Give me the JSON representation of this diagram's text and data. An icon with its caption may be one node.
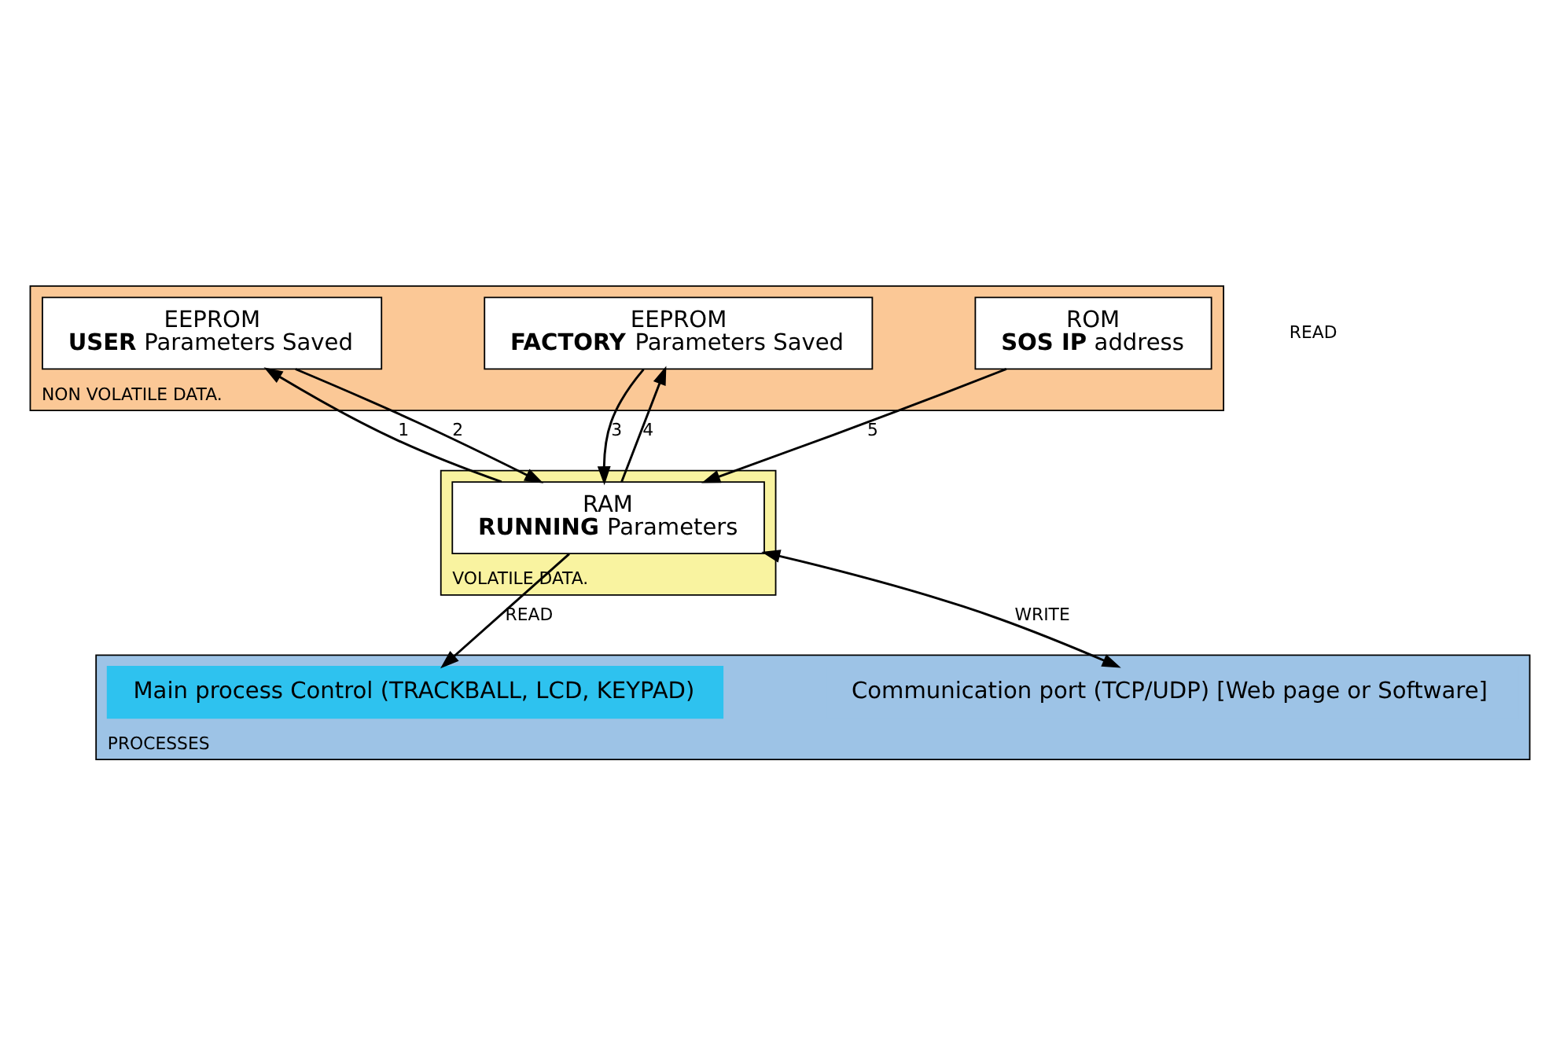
{
  "diagram": {
    "nodes": [
      {
        "text": [
          "NON VOLATILE DATA."
        ]
      },
      {
        "text": [
          "EEPROM",
          "**USER** Parameters Saved"
        ],
        "in": 0
      },
      {
        "text": [
          "EEPROM",
          "**FACTORY** Parameters Saved"
        ],
        "in": 0
      },
      {
        "text": [
          "ROM",
          "**SOS IP** address"
        ],
        "in": 0
      },
      {
        "text": [
          "VOLATILE DATA."
        ]
      },
      {
        "text": [
          "RAM",
          "**RUNNING** Parameters"
        ],
        "in": 4
      },
      {
        "text": [
          "PROCESSES"
        ]
      },
      {
        "text": [
          "Communication port (TCP/UDP) [Web page or Software]"
        ],
        "in": 6
      },
      {
        "text": [
          "Main process Control (TRACKBALL, LCD, KEYPAD)"
        ],
        "in": 6
      }
    ],
    "edges": [
      {
        "from": 5,
        "to": 1,
        "arrow": "to",
        "label": "1"
      },
      {
        "from": 1,
        "to": 5,
        "arrow": "to",
        "label": "2"
      },
      {
        "from": 2,
        "to": 5,
        "arrow": "to",
        "label": "3"
      },
      {
        "from": 5,
        "to": 2,
        "arrow": "to",
        "label": "4"
      },
      {
        "from": 3,
        "to": 5,
        "arrow": "to",
        "label": "5"
      },
      {
        "from": 7,
        "to": 5,
        "arrow": "both",
        "label": "WRITE"
      },
      {
        "from": 5,
        "to": 8,
        "arrow": "to",
        "label": "READ"
      }
    ],
    "labels": [
      "READ"
    ]
  }
}
